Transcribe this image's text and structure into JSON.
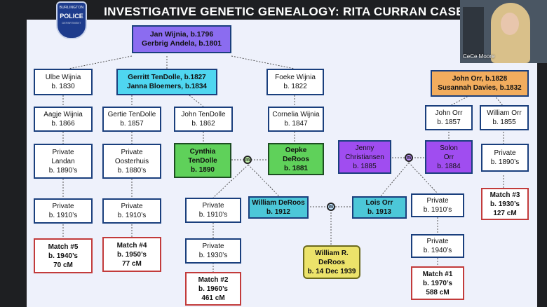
{
  "title": "INVESTIGATIVE GENETIC GENEALOGY: RITA CURRAN CASE",
  "badge": {
    "top": "BURLINGTON",
    "main": "POLICE",
    "bottom": "DEPARTMENT"
  },
  "webcam_name": "CeCe Moore",
  "marriage_symbol": "m",
  "boxes": {
    "jan": [
      "Jan Wijnia, b.1796",
      "Gerbrig Andela, b.1801"
    ],
    "ulbe": [
      "Ulbe Wijnia",
      "b. 1830"
    ],
    "gerritt": [
      "Gerritt TenDolle, b.1827",
      "Janna Bloemers, b.1834"
    ],
    "foeke": [
      "Foeke Wijnia",
      "b. 1822"
    ],
    "johnorr": [
      "John Orr, b.1828",
      "Susannah Davies, b.1832"
    ],
    "aagje": [
      "Aagje Wijnia",
      "b. 1866"
    ],
    "gertie": [
      "Gertie TenDolle",
      "b. 1857"
    ],
    "johntd": [
      "John TenDolle",
      "b. 1862"
    ],
    "cornelia": [
      "Cornelia Wijnia",
      "b. 1847"
    ],
    "johnorr2": [
      "John Orr",
      "b. 1857"
    ],
    "williamorr": [
      "William Orr",
      "b. 1855"
    ],
    "landan": [
      "Private",
      "Landan",
      "b. 1890’s"
    ],
    "oosterhuis": [
      "Private",
      "Oosterhuis",
      "b. 1880’s"
    ],
    "cynthia": [
      "Cynthia",
      "TenDolle",
      "b. 1890"
    ],
    "oepke": [
      "Oepke",
      "DeRoos",
      "b. 1881"
    ],
    "jenny": [
      "Jenny",
      "Christiansen",
      "b. 1885"
    ],
    "solon": [
      "Solon",
      "Orr",
      "b. 1884"
    ],
    "priv1890r": [
      "Private",
      "b. 1890’s"
    ],
    "priv1910a": [
      "Private",
      "b. 1910’s"
    ],
    "priv1910b": [
      "Private",
      "b. 1910’s"
    ],
    "priv1910c": [
      "Private",
      "b. 1910’s"
    ],
    "williamderoos": [
      "William DeRoos",
      "b. 1912"
    ],
    "lois": [
      "Lois Orr",
      "b. 1913"
    ],
    "priv1910d": [
      "Private",
      "b. 1910’s"
    ],
    "match3": [
      "Match #3",
      "b. 1930’s",
      "127 cM"
    ],
    "match5": [
      "Match #5",
      "b. 1940’s",
      "70 cM"
    ],
    "match4": [
      "Match #4",
      "b. 1950’s",
      "77 cM"
    ],
    "priv1930": [
      "Private",
      "b. 1930’s"
    ],
    "priv1940": [
      "Private",
      "b. 1940’s"
    ],
    "williamr": [
      "William R.",
      "DeRoos",
      "b. 14 Dec 1939"
    ],
    "match2": [
      "Match #2",
      "b. 1960’s",
      "461 cM"
    ],
    "match1": [
      "Match #1",
      "b. 1970’s",
      "588 cM"
    ]
  },
  "colors": {
    "board": "#eef1fb",
    "navy": "#1a3f7d",
    "match_red": "#c23b3b",
    "purple": "#8b6cf0",
    "cyan": "#4fd6f0",
    "green": "#5fd15a",
    "violet": "#a04df0",
    "orange": "#f2ad5e",
    "teal": "#4cc7d8",
    "yellow": "#ece36a"
  }
}
